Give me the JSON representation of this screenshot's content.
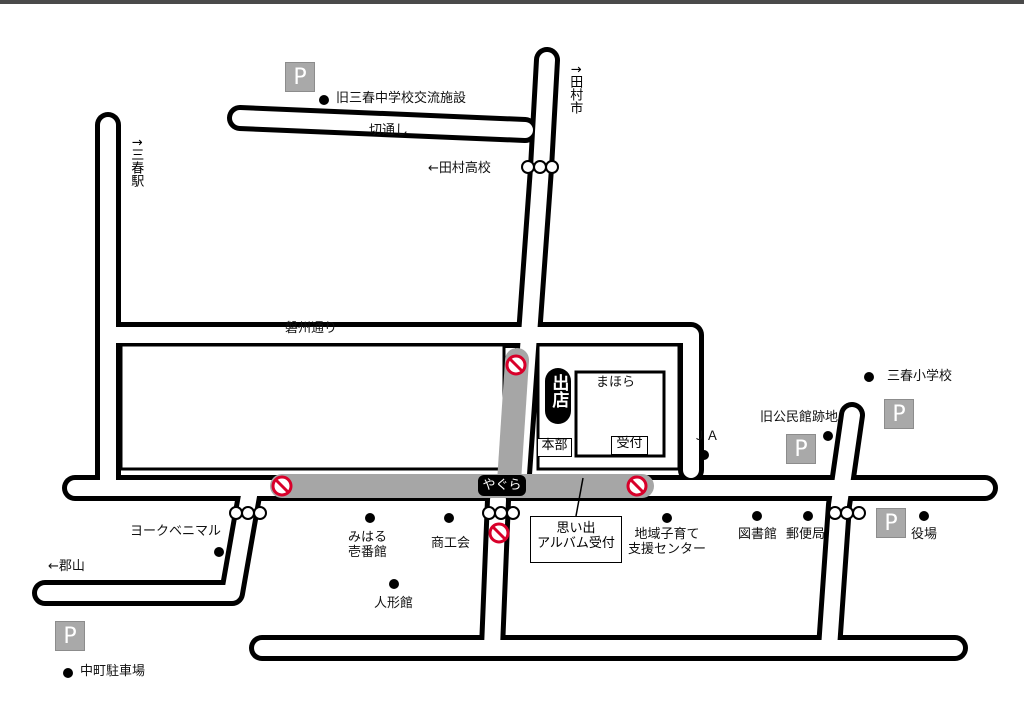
{
  "colors": {
    "road": "#000000",
    "road_fill": "#ffffff",
    "venue_fill": "#a6a6a6",
    "parking": "#a9a9a9",
    "no_entry": "#d8002a"
  },
  "parking_symbol": "P",
  "roads": {
    "kiridoshi": "切通し",
    "banshu_dori": "磐州通り",
    "to_tamura_high": "←田村高校",
    "to_koriyama": "←郡山",
    "to_miharu_station": "↑三春駅",
    "to_tamura_city": "↑田村市"
  },
  "landmarks": {
    "old_school": "旧三春中学校交流施設",
    "york": "ヨークベニマル",
    "nakamachi_parking": "中町駐車場",
    "miharu_ichiban": "みはる\n壱番館",
    "shokokai": "商工会",
    "ningyokan": "人形館",
    "kosodate": "地域子育て\n支援センター",
    "library": "図書館",
    "post": "郵便局",
    "town_hall": "役場",
    "ja": "ＪＡ",
    "old_hall_site": "旧公民館跡地",
    "elementary": "三春小学校",
    "mahora": "まほら"
  },
  "venue": {
    "stalls": "出店",
    "hq": "本部",
    "reception": "受付",
    "yagura": "やぐら",
    "album": "思い出\nアルバム受付"
  }
}
